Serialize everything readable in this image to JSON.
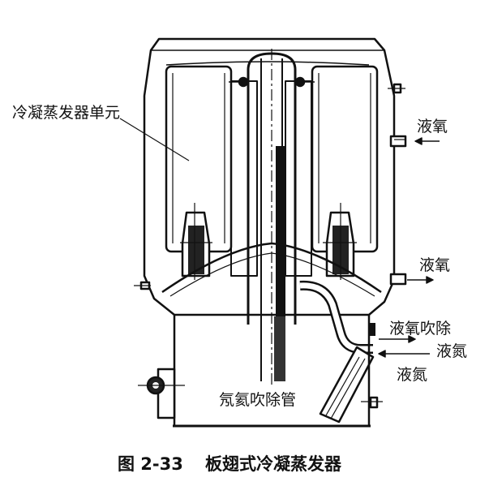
{
  "labels": {
    "condenser_unit": "冷凝蒸发器单元",
    "lox_top": "液氧",
    "lox_mid": "液氧",
    "lox_purge": "液氧吹除",
    "ln2_right": "液氮",
    "ln2_below": "液氮",
    "purge_pipe": "氖氦吹除管"
  },
  "caption": {
    "number": "图 2-33",
    "title": "板翅式冷凝蒸发器"
  },
  "colors": {
    "ink": "#111111",
    "background": "#ffffff"
  }
}
